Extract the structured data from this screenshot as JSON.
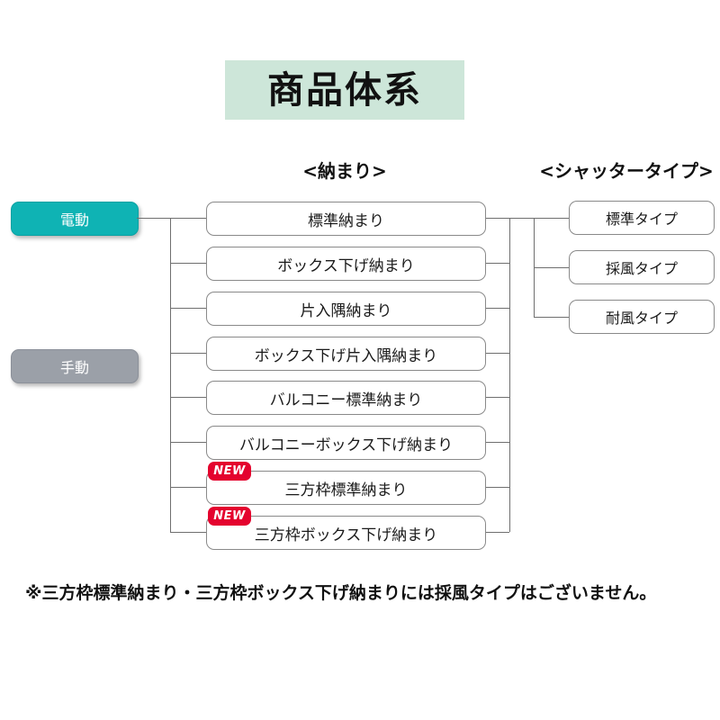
{
  "title": {
    "text": "商品体系"
  },
  "columns": {
    "fit_header": "<納まり>",
    "type_header": "<シャッタータイプ>"
  },
  "drive_types": [
    {
      "label": "電動",
      "color": "#0fb3b4"
    },
    {
      "label": "手動",
      "color": "#9ba0a8"
    }
  ],
  "fit_options": [
    {
      "label": "標準納まり",
      "badge": ""
    },
    {
      "label": "ボックス下げ納まり",
      "badge": ""
    },
    {
      "label": "片入隅納まり",
      "badge": ""
    },
    {
      "label": "ボックス下げ片入隅納まり",
      "badge": ""
    },
    {
      "label": "バルコニー標準納まり",
      "badge": ""
    },
    {
      "label": "バルコニーボックス下げ納まり",
      "badge": ""
    },
    {
      "label": "三方枠標準納まり",
      "badge": "NEW"
    },
    {
      "label": "三方枠ボックス下げ納まり",
      "badge": "NEW"
    }
  ],
  "shutter_types": [
    {
      "label": "標準タイプ"
    },
    {
      "label": "採風タイプ"
    },
    {
      "label": "耐風タイプ"
    }
  ],
  "badges": {
    "new_label": "NEW",
    "new_color": "#e4032e"
  },
  "footer": {
    "note": "※三方枠標準納まり・三方枠ボックス下げ納まりには採風タイプはございません。"
  }
}
